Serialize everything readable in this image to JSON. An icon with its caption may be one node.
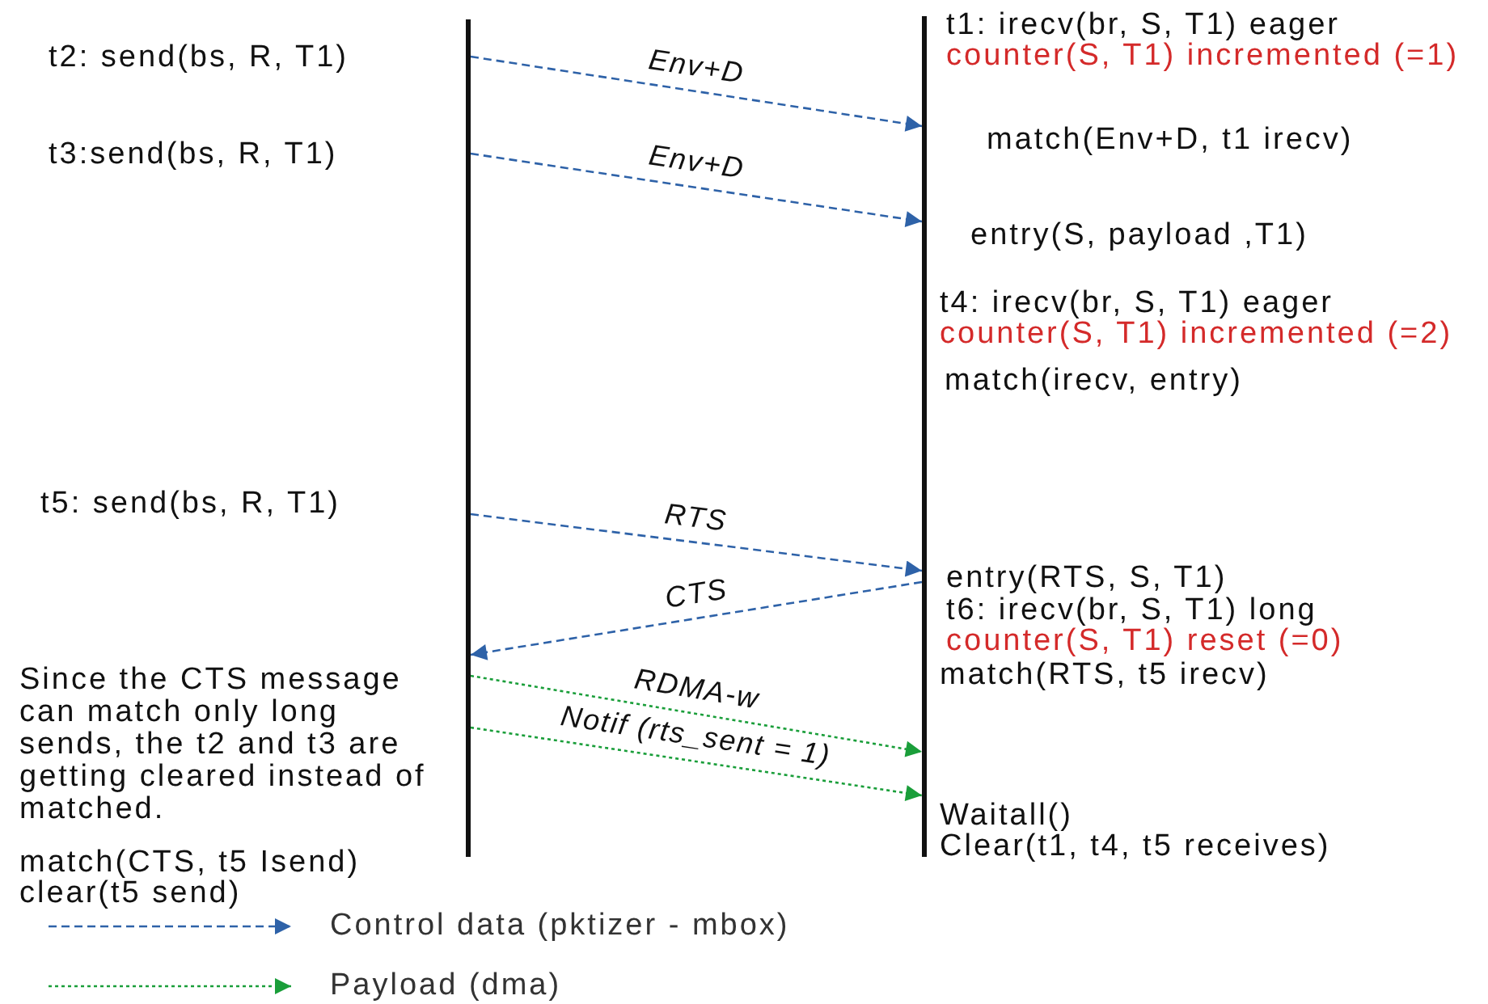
{
  "diagram": {
    "nodes": [
      {
        "text": [],
        "shape": "bar"
      },
      {
        "text": [],
        "shape": "bar"
      }
    ],
    "edges": [
      {
        "from": 0,
        "to": 1,
        "arrow": "to",
        "label": "Env+D",
        "style": "dashed"
      },
      {
        "from": 0,
        "to": 1,
        "arrow": "to",
        "label": "Env+D",
        "style": "dashed"
      },
      {
        "from": 0,
        "to": 1,
        "arrow": "to",
        "label": "RTS",
        "style": "dashed"
      },
      {
        "from": 1,
        "to": 0,
        "arrow": "to",
        "label": "CTS",
        "style": "dashed"
      },
      {
        "from": 0,
        "to": 1,
        "arrow": "to",
        "label": "RDMA-w",
        "style": "dashed",
        "color": "#1a9e3a"
      },
      {
        "from": 0,
        "to": 1,
        "arrow": "to",
        "label": "Notif (rts_sent = 1)",
        "style": "dashed",
        "color": "#1a9e3a"
      }
    ],
    "labels": [
      "t2: send(bs, R, T1)",
      "t1: irecv(br, S, T1) eager",
      "counter(S, T1) incremented (=1)",
      "t3:send(bs, R, T1)",
      "match(Env+D, t1 irecv)",
      "entry(S, payload ,T1)",
      "t4: irecv(br, S, T1) eager",
      "counter(S, T1) incremented (=2)",
      "match(irecv, entry)",
      "t5: send(bs, R, T1)",
      "entry(RTS, S, T1)",
      "t6: irecv(br, S, T1) long",
      "counter(S, T1) reset (=0)",
      "match(RTS, t5 irecv)",
      "Since the CTS message can match only long sends, the t2 and t3 are getting cleared instead of matched.",
      "Waitall()",
      "Clear(t1, t4, t5 receives)",
      "match(CTS, t5 Isend)",
      "clear(t5 send)"
    ],
    "legend": [
      {
        "text": "Control data (pktizer - mbox)"
      },
      {
        "text": "Payload (dma)"
      }
    ]
  }
}
